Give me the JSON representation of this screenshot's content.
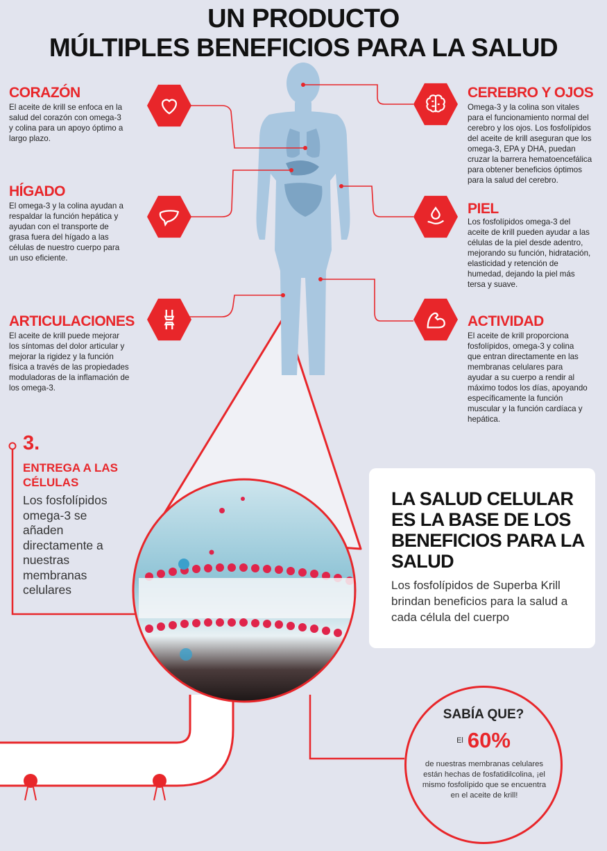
{
  "header": {
    "line1": "UN PRODUCTO",
    "line2": "MÚLTIPLES BENEFICIOS PARA LA SALUD"
  },
  "benefits": {
    "corazon": {
      "title": "CORAZÓN",
      "text": "El aceite de krill se enfoca en la salud del corazón con omega-3 y colina para un apoyo óptimo a largo plazo.",
      "icon": "heart-icon"
    },
    "higado": {
      "title": "HÍGADO",
      "text": "El omega-3 y la colina ayudan a respaldar la función hepática y ayudan con el transporte de grasa fuera del hígado a las células de nuestro cuerpo para un uso eficiente.",
      "icon": "liver-icon"
    },
    "articulaciones": {
      "title": "ARTICULACIONES",
      "text": "El aceite de krill puede mejorar los síntomas del dolor articular y mejorar la rigidez y la función física a través de las propiedades moduladoras de la inflamación de los omega-3.",
      "icon": "knee-joint-icon"
    },
    "cerebro": {
      "title": "CEREBRO Y OJOS",
      "text": "Omega-3 y la colina son vitales para el funcionamiento normal del cerebro y los ojos. Los fosfolípidos del aceite de krill aseguran que los omega-3, EPA y DHA, puedan cruzar la barrera hematoencefálica para obtener beneficios óptimos para la salud del cerebro.",
      "icon": "brain-icon"
    },
    "piel": {
      "title": "PIEL",
      "text": "Los fosfolípidos omega-3 del aceite de krill pueden ayudar a las células de la piel desde adentro, mejorando su función, hidratación, elasticidad y retención de humedad, dejando la piel más tersa y suave.",
      "icon": "water-drop-hand-icon"
    },
    "actividad": {
      "title": "ACTIVIDAD",
      "text": "El aceite de krill proporciona fosfolípidos, omega-3 y colina que entran directamente en las membranas celulares para ayudar a su cuerpo a rendir al máximo todos los días, apoyando específicamente la función muscular y la función cardíaca y hepática.",
      "icon": "flexed-arm-icon"
    }
  },
  "step": {
    "number": "3.",
    "title_line1": "ENTREGA A LAS",
    "title_line2": "CÉLULAS",
    "text": "Los fosfolípidos omega-3 se añaden directamente a nuestras membranas celulares"
  },
  "card": {
    "title": "LA SALUD CELULAR ES LA BASE DE LOS BENEFICIOS PARA LA SALUD",
    "text": "Los fosfolípidos de Superba Krill brindan beneficios para la salud a cada célula del cuerpo"
  },
  "did_you_know": {
    "title": "SABÍA QUE?",
    "prefix": "El",
    "percent": "60%",
    "text": "de nuestras membranas celulares están hechas de fosfatidilcolina, ¡el mismo fosfolípido que se encuentra en el aceite de krill!"
  },
  "colors": {
    "accent": "#e8262a",
    "background": "#e2e4ee",
    "body_silhouette": "#a9c7e0"
  }
}
